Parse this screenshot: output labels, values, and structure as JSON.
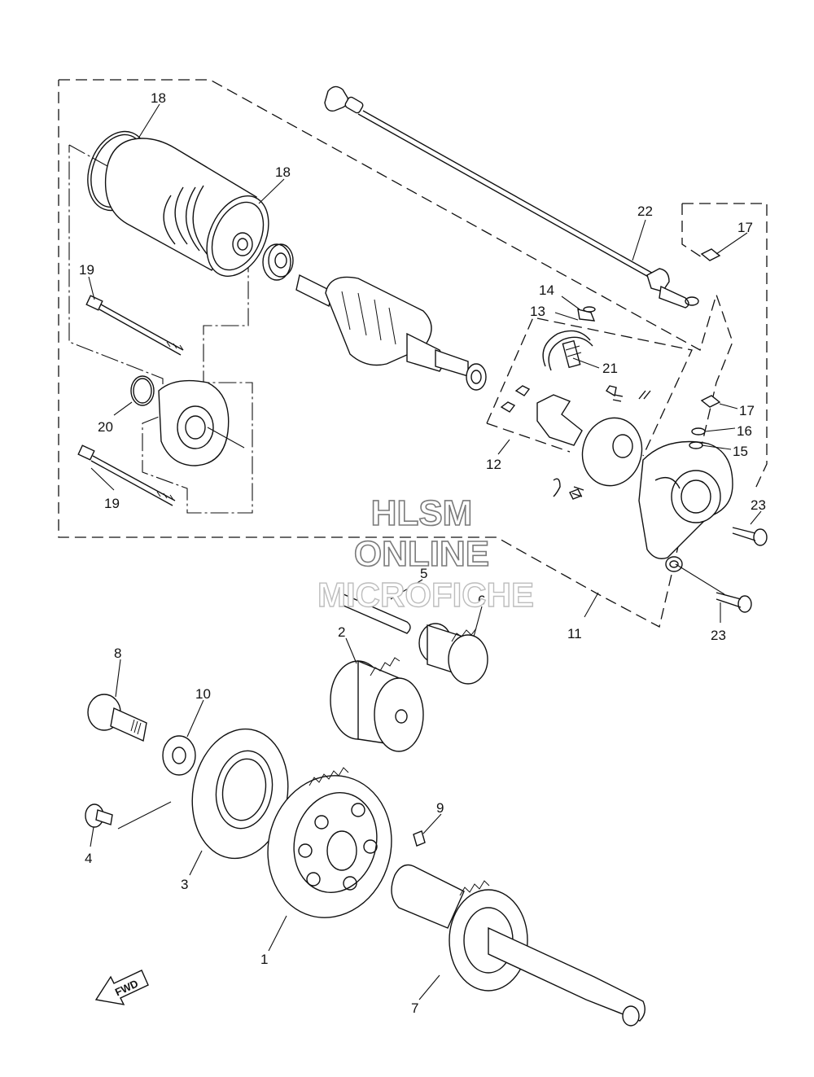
{
  "watermark": {
    "line1": "HLSM",
    "line2": "ONLINE",
    "line3": "MICROFICHE"
  },
  "direction_badge": "FWD",
  "callouts": {
    "c1": "1",
    "c2": "2",
    "c3": "3",
    "c4": "4",
    "c5": "5",
    "c6": "6",
    "c7": "7",
    "c8": "8",
    "c9": "9",
    "c10": "10",
    "c11": "11",
    "c12": "12",
    "c13": "13",
    "c14": "14",
    "c15": "15",
    "c16": "16",
    "c17a": "17",
    "c17b": "17",
    "c18a": "18",
    "c18b": "18",
    "c19a": "19",
    "c19b": "19",
    "c20": "20",
    "c21": "21",
    "c22": "22",
    "c23a": "23",
    "c23b": "23"
  }
}
